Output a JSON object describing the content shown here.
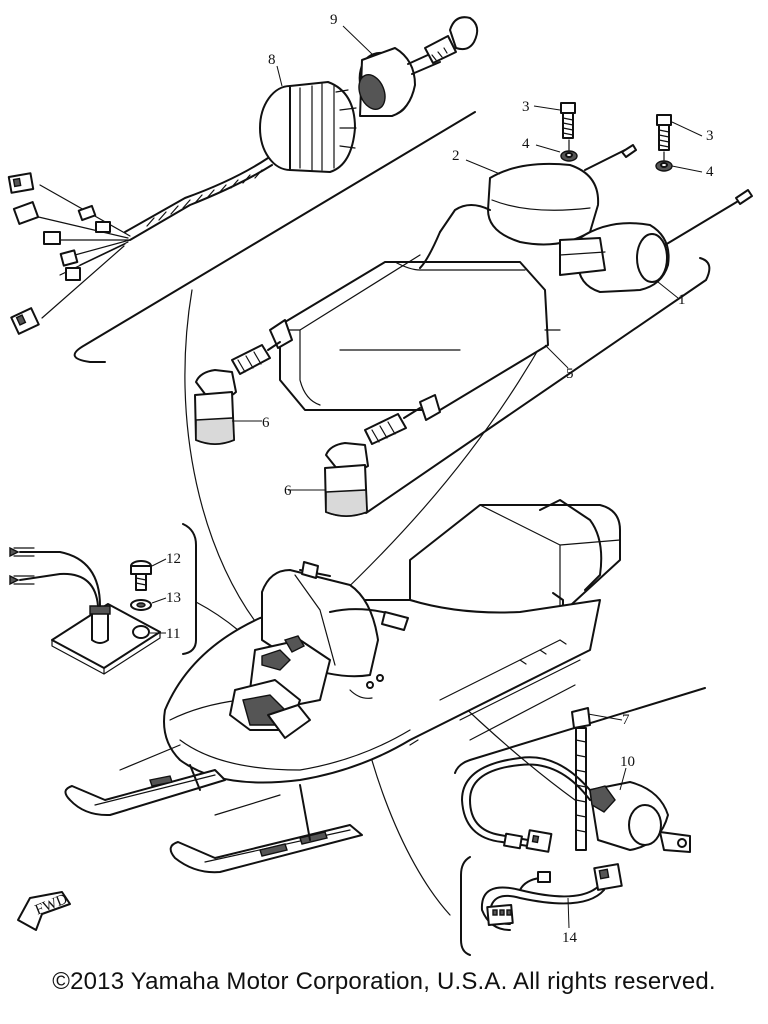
{
  "callouts": {
    "c1": "1",
    "c2": "2",
    "c3a": "3",
    "c3b": "3",
    "c4a": "4",
    "c4b": "4",
    "c5": "5",
    "c6a": "6",
    "c6b": "6",
    "c7": "7",
    "c8": "8",
    "c9": "9",
    "c10": "10",
    "c11": "11",
    "c12": "12",
    "c13": "13",
    "c14": "14"
  },
  "fwd_marker": "FWD",
  "copyright": "©2013 Yamaha Motor Corporation, U.S.A. All rights reserved."
}
